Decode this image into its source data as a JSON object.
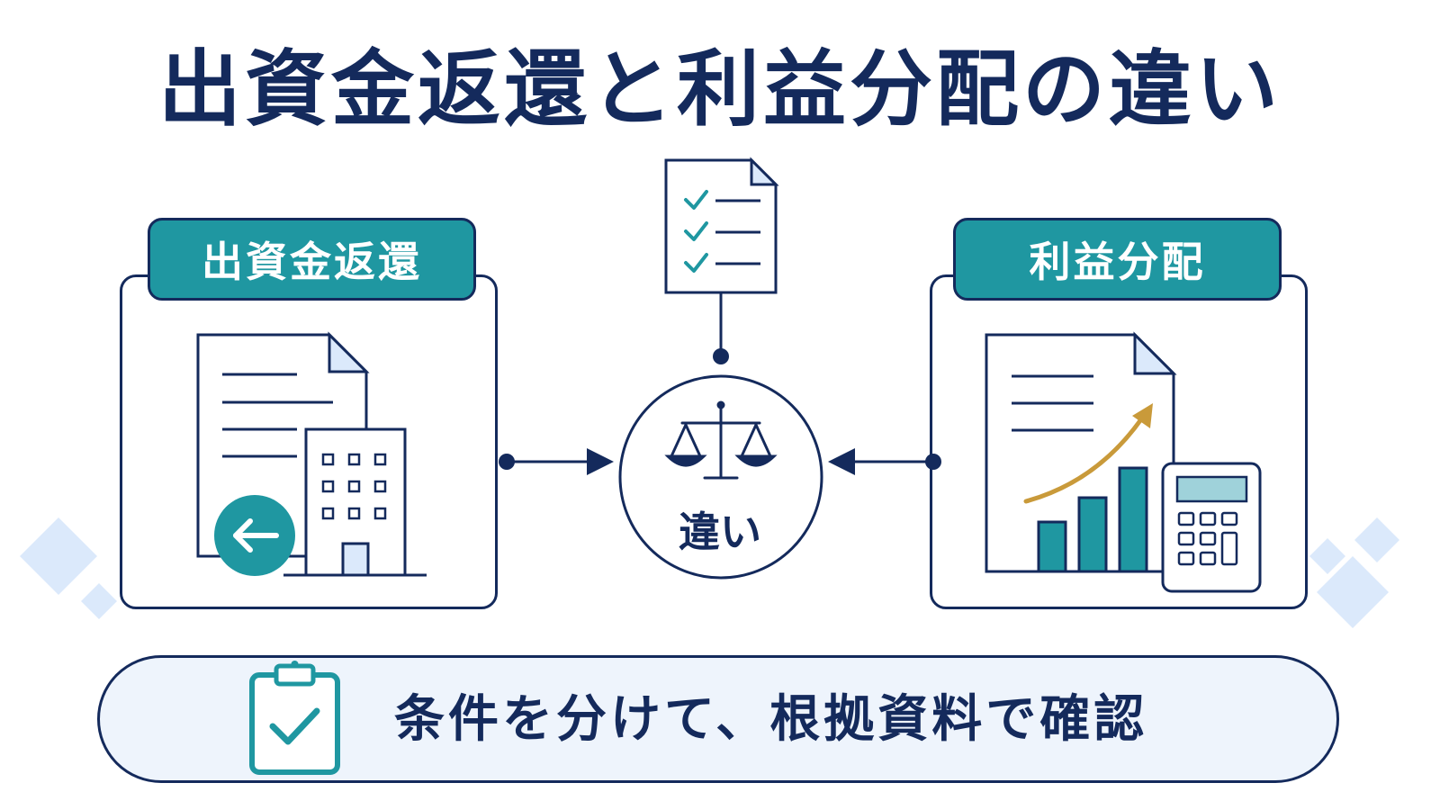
{
  "title": "出資金返還と利益分配の違い",
  "left_panel": {
    "label": "出資金返還"
  },
  "right_panel": {
    "label": "利益分配"
  },
  "center": {
    "label": "違い"
  },
  "bottom": {
    "text": "条件を分けて、根拠資料で確認"
  },
  "colors": {
    "navy": "#142a5c",
    "teal": "#1f97a1",
    "gold": "#c99a3a",
    "light_blue": "#dbe9fb",
    "bottom_bg": "#eef4fc"
  },
  "icons": [
    "checklist-document-icon",
    "document-icon",
    "building-icon",
    "return-arrow-icon",
    "scale-icon",
    "growth-chart-icon",
    "calculator-icon",
    "clipboard-check-icon"
  ]
}
